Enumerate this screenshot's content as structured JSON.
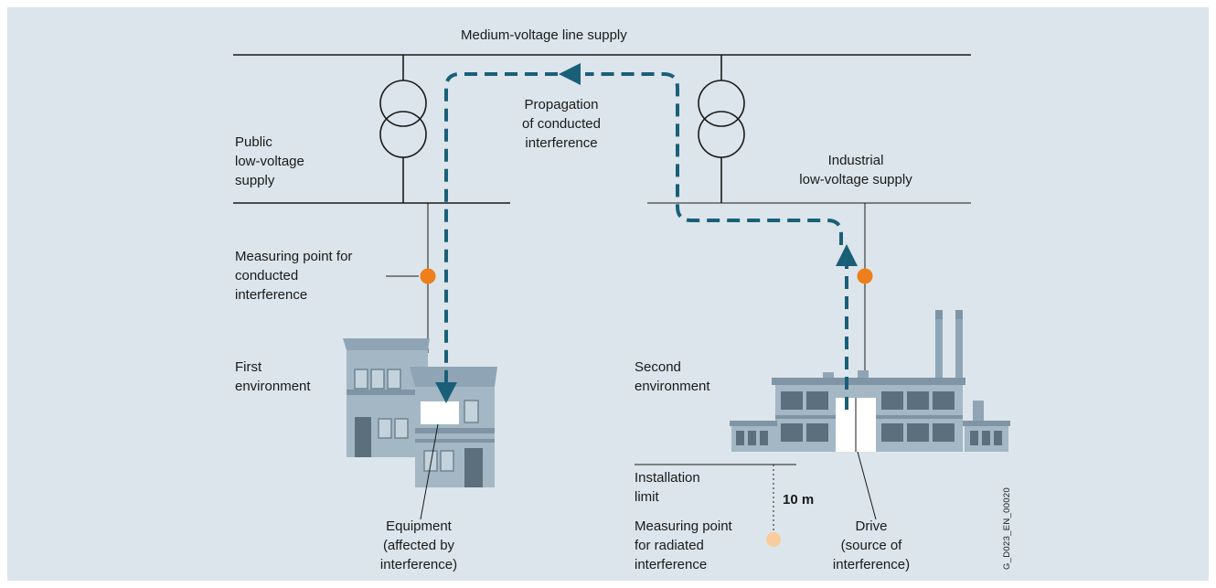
{
  "labels": {
    "mv_supply": "Medium-voltage line supply",
    "public_lv": "Public\nlow-voltage\nsupply",
    "industrial_lv": "Industrial\nlow-voltage supply",
    "propagation": "Propagation\nof conducted\ninterference",
    "measuring_conducted": "Measuring point for\nconducted\ninterference",
    "first_env": "First\nenvironment",
    "second_env": "Second\nenvironment",
    "installation_limit": "Installation\nlimit",
    "distance": "10 m",
    "measuring_radiated": "Measuring point\nfor radiated\ninterference",
    "equipment": "Equipment\n(affected by\ninterference)",
    "drive": "Drive\n(source of\ninterference)",
    "figure_id": "G_D023_EN_00020"
  },
  "colors": {
    "background": "#dce5eb",
    "line": "#1a1a1a",
    "propagation_path": "#1a5f78",
    "measuring_point": "#ee7f1a",
    "radiated_point": "#f8cc9c",
    "building": "#8fa5b5",
    "building_dark": "#5c6f7c"
  }
}
